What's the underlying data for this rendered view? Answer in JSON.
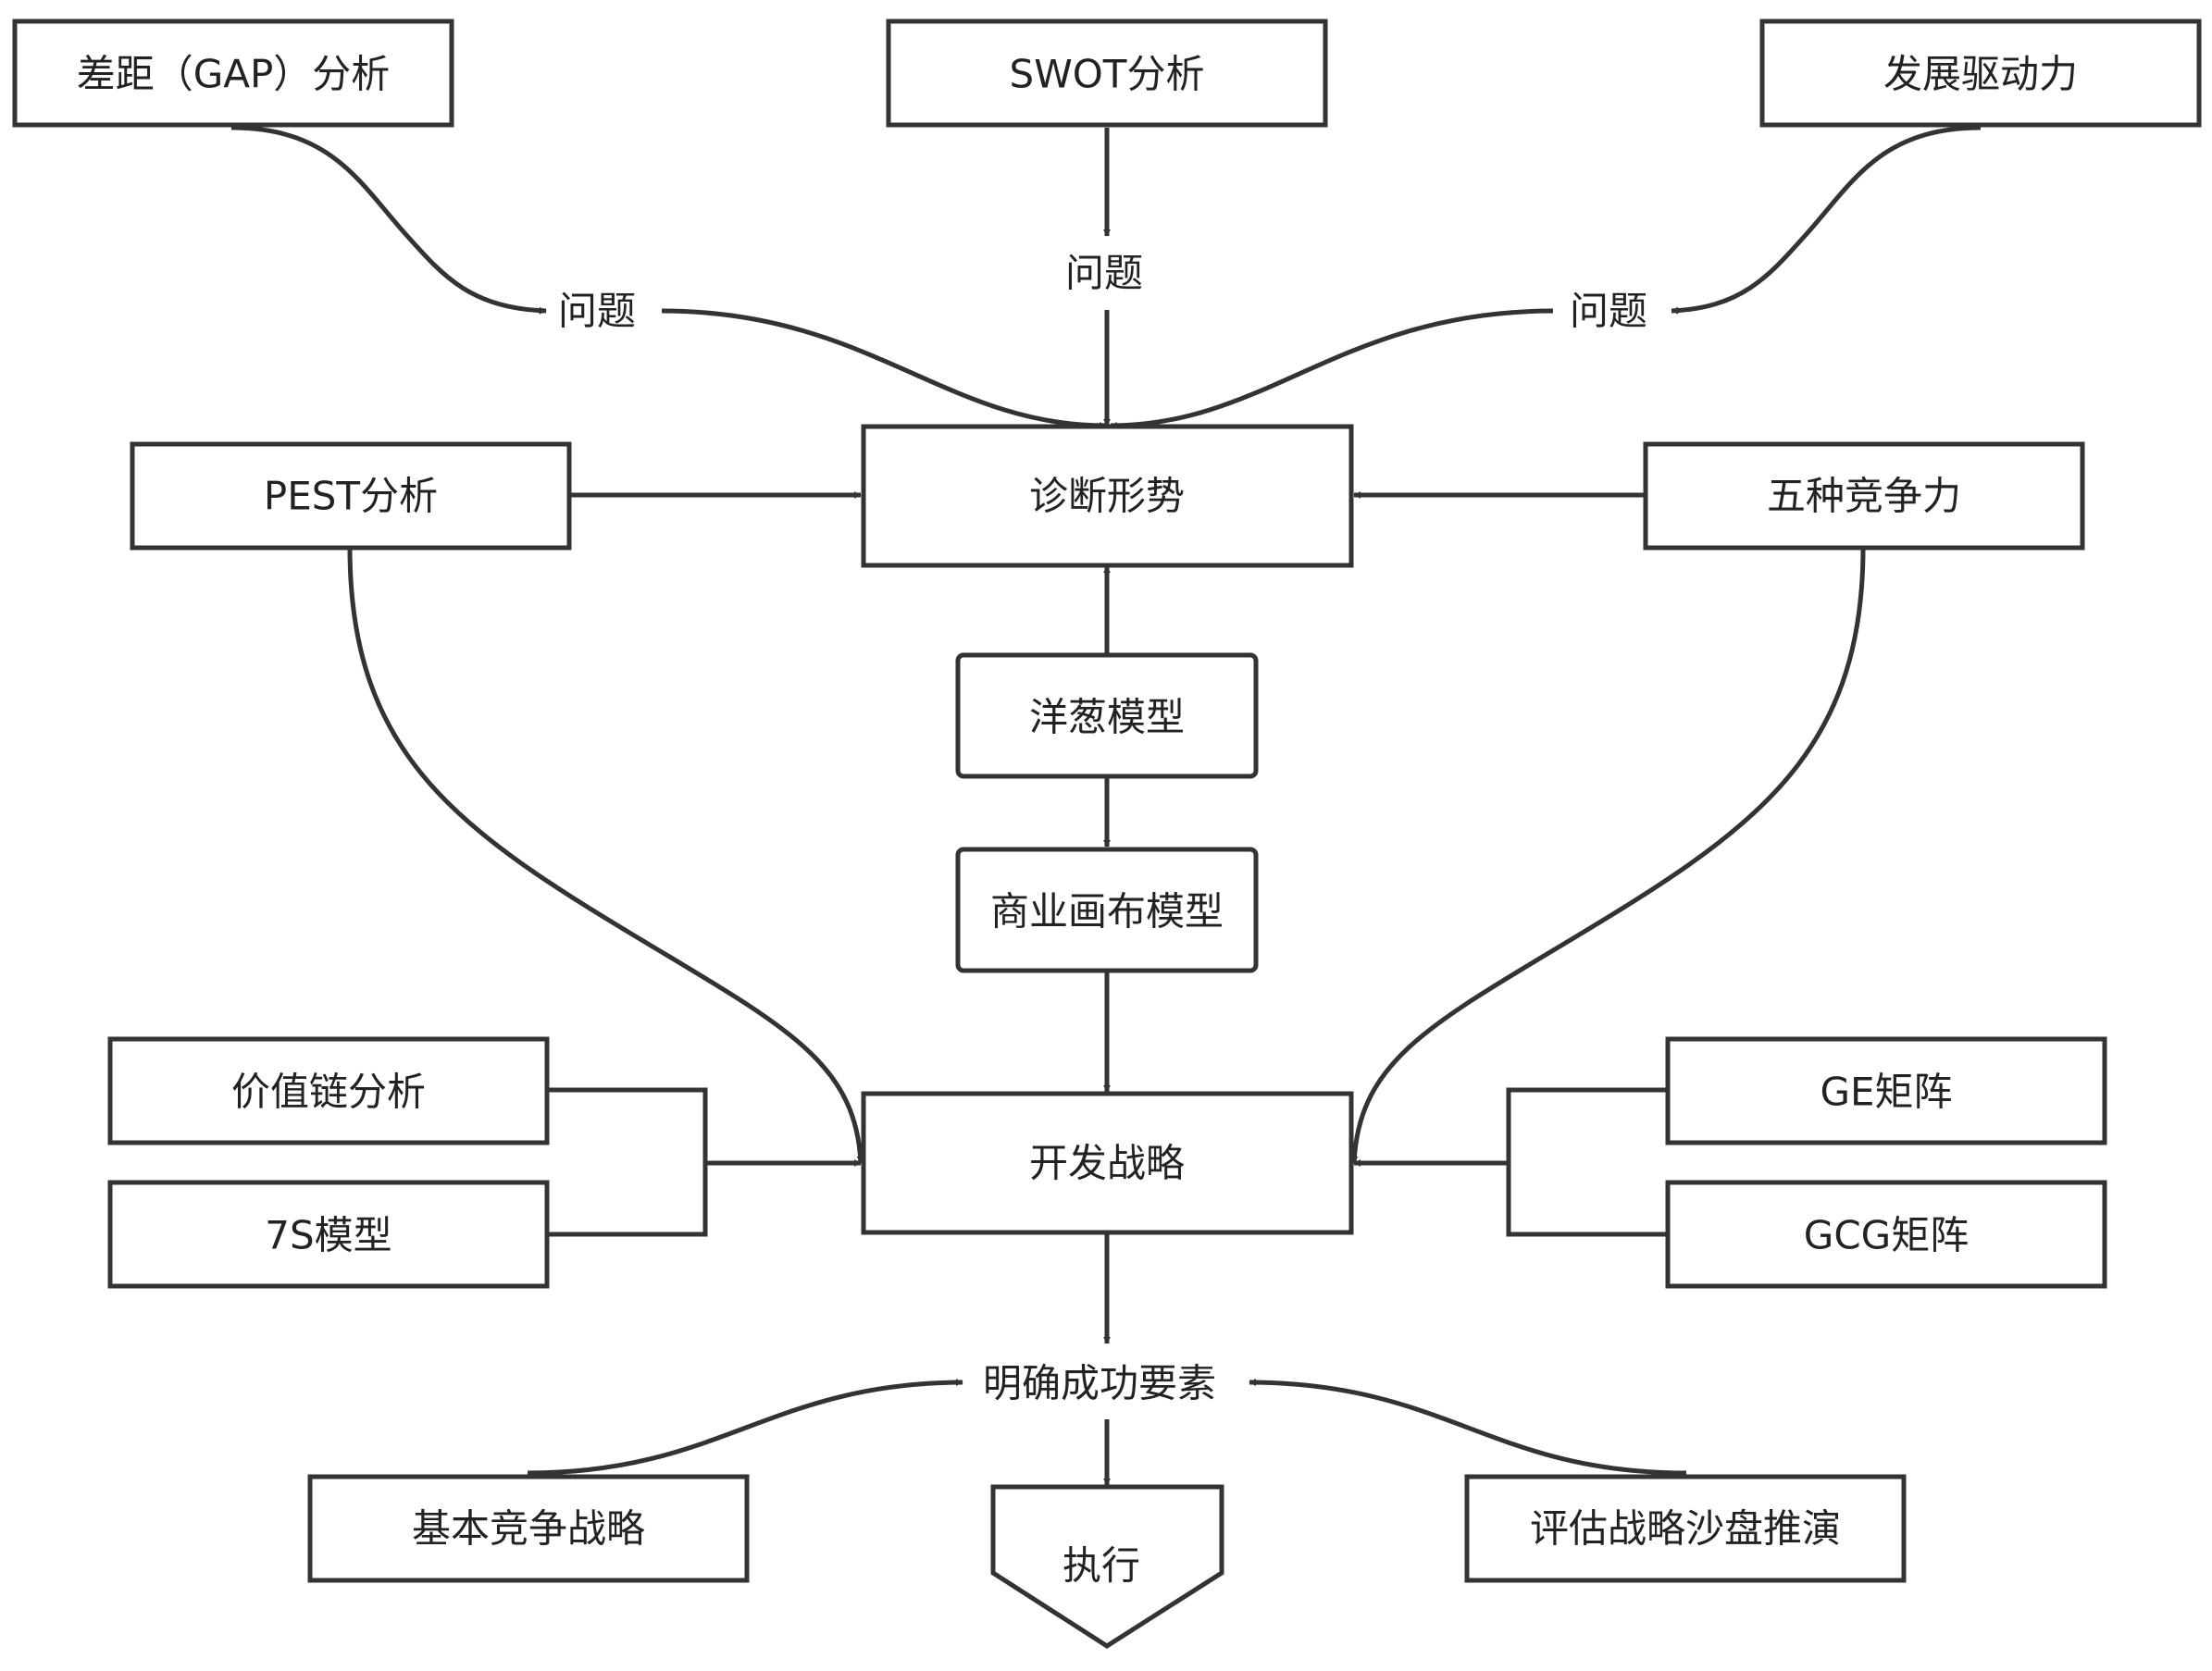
{
  "nodes": {
    "gap": "差距（GAP）分析",
    "swot": "SWOT分析",
    "driver": "发展驱动力",
    "q_left": "问题",
    "q_mid": "问题",
    "q_right": "问题",
    "pest": "PEST分析",
    "diagnose": "诊断形势",
    "five_forces": "五种竞争力",
    "onion": "洋葱模型",
    "canvas": "商业画布模型",
    "value_chain": "价值链分析",
    "seven_s": "7S模型",
    "develop": "开发战略",
    "ge": "GE矩阵",
    "gcg": "GCG矩阵",
    "success": "明确成功要素",
    "basic": "基本竞争战略",
    "evaluate": "评估战略沙盘推演",
    "execute": "执行"
  },
  "colors": {
    "stroke": "#333333",
    "text": "#222222",
    "fill": "#ffffff"
  }
}
